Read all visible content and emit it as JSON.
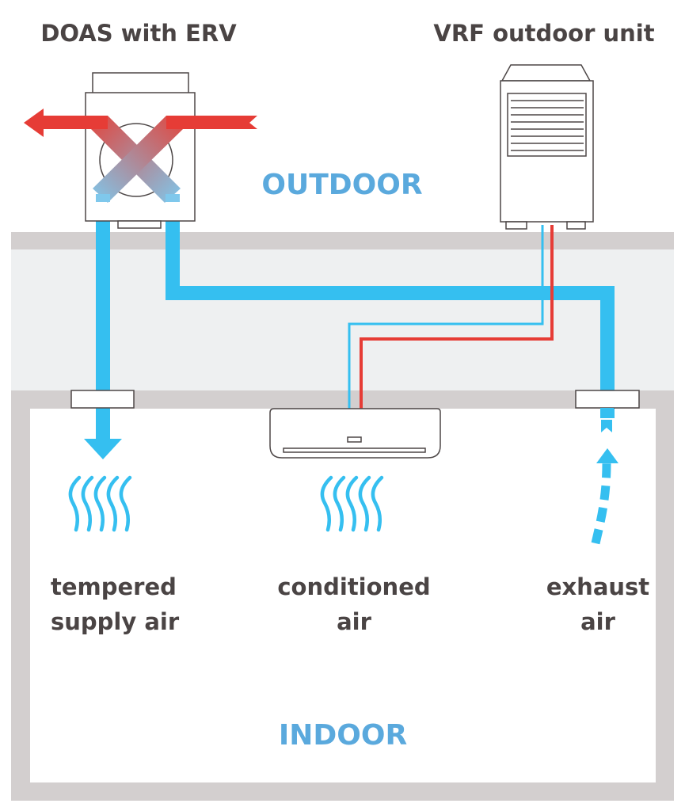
{
  "titles": {
    "doas": "DOAS with ERV",
    "vrf": "VRF outdoor unit"
  },
  "zones": {
    "outdoor": "OUTDOOR",
    "indoor": "INDOOR"
  },
  "airflows": {
    "supply": [
      "tempered",
      "supply air"
    ],
    "conditioned": [
      "conditioned",
      "air"
    ],
    "exhaust": [
      "exhaust",
      "air"
    ]
  },
  "colors": {
    "duct_blue": "#35bff0",
    "hot_red": "#e63c36",
    "wall_gray": "#d3cfcf",
    "plenum_gray": "#eef0f1",
    "zone_label_blue": "#5aa9dd",
    "text_dark": "#4a4444",
    "unit_outline": "#4d4747"
  }
}
